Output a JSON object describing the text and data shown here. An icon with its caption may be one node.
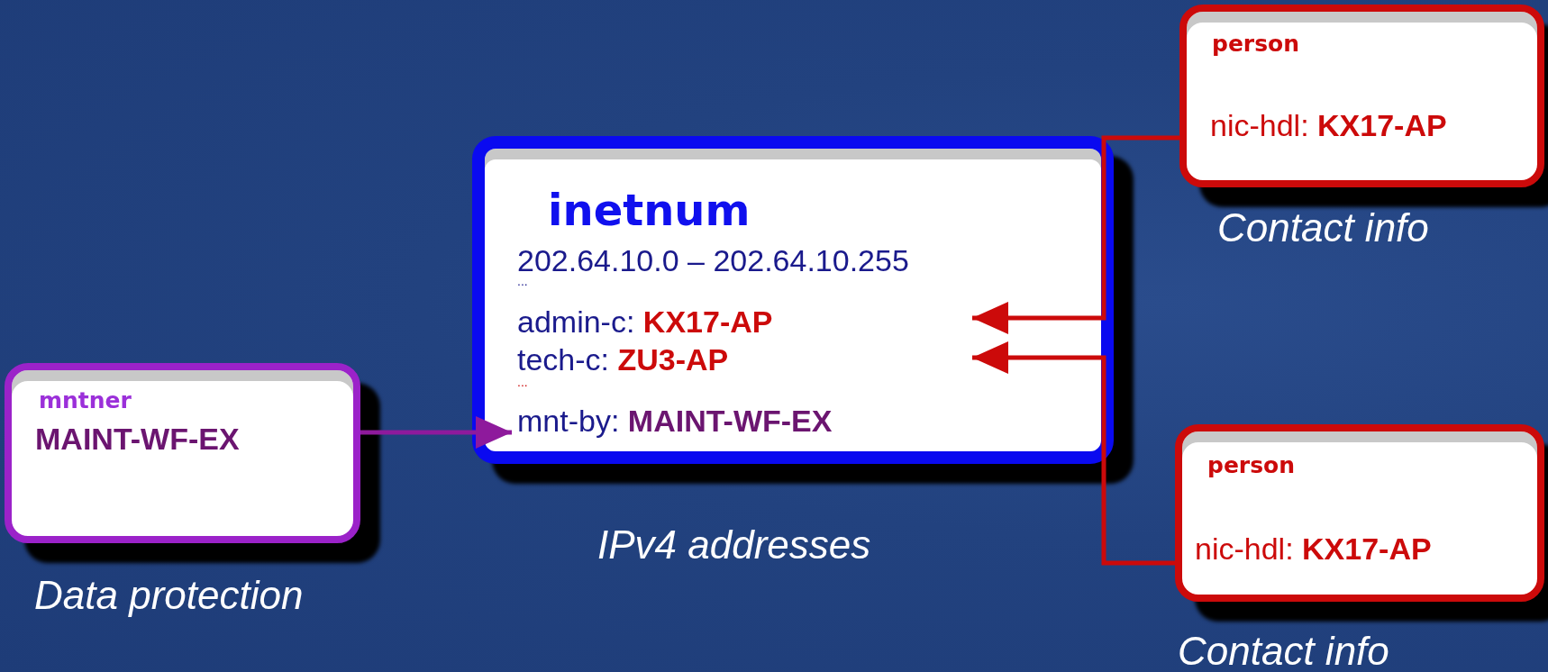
{
  "diagram": {
    "nodes": [
      {
        "text": [
          "mntner",
          "MAINT-WF-EX"
        ],
        "beside": [
          "Data protection"
        ]
      },
      {
        "text": [
          "inetnum",
          "202.64.10.0 – 202.64.10.255",
          "...",
          "admin-c: **KX17-AP**",
          "tech-c: **ZU3-AP**",
          "...",
          "mnt-by: **MAINT-WF-EX**"
        ],
        "beside": [
          "IPv4 addresses"
        ]
      },
      {
        "text": [
          "person",
          "nic-hdl: **KX17-AP**"
        ],
        "beside": [
          "Contact info"
        ]
      },
      {
        "text": [
          "person",
          "nic-hdl: **KX17-AP**"
        ],
        "beside": [
          "Contact info"
        ]
      }
    ],
    "edges": [
      {
        "from": 2,
        "to": 1,
        "arrow": "to"
      },
      {
        "from": 3,
        "to": 1,
        "arrow": "to"
      },
      {
        "from": 0,
        "to": 1,
        "arrow": "to",
        "color": "#8e1a9c"
      }
    ]
  }
}
